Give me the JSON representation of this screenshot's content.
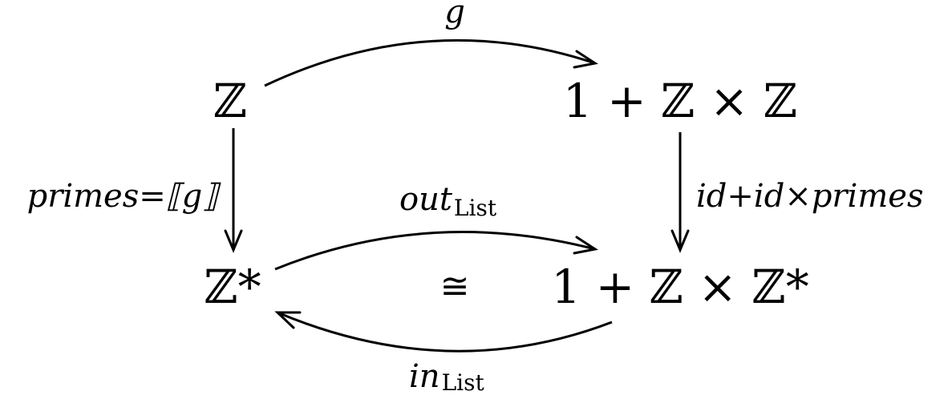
{
  "diagram": {
    "nodes": {
      "top_left": "ℤ",
      "top_right": "1 + ℤ × ℤ",
      "bottom_left": "ℤ*",
      "bottom_right": "1 + ℤ × ℤ*"
    },
    "arrows": {
      "top": "g",
      "left": "primes=⟦g⟧",
      "right": "id+id×primes",
      "middle_top_main": "out",
      "middle_top_sub": "List",
      "bottom_main": "in",
      "bottom_sub": "List"
    },
    "iso_symbol": "≅"
  }
}
